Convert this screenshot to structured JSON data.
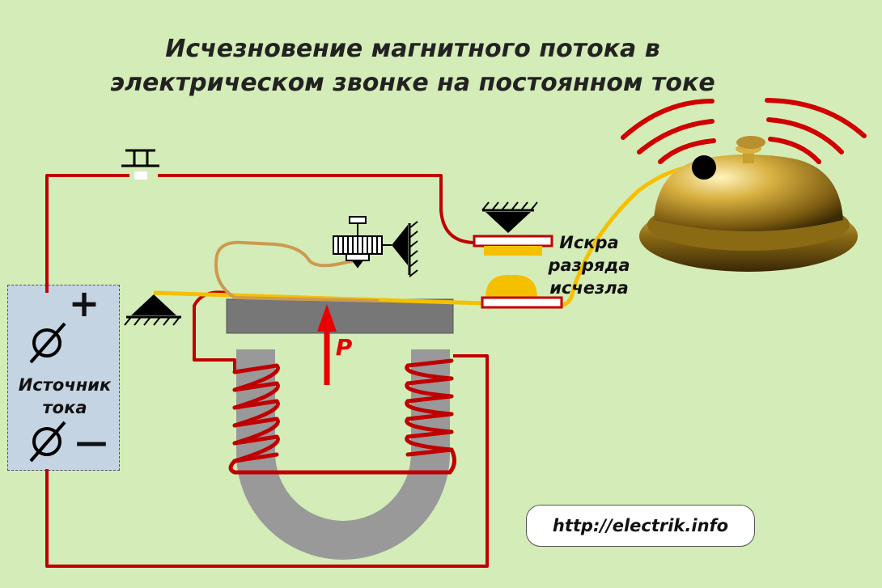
{
  "title_line1": "Исчезновение магнитного потока в",
  "title_line2": "электрическом звонке на постоянном токе",
  "spark_label": [
    "Искра",
    "разряда",
    "исчезла"
  ],
  "source_label": [
    "Источник",
    "тока"
  ],
  "plus_sign": "+",
  "minus_sign": "—",
  "force_label": "P",
  "url": "http://electrik.info",
  "colors": {
    "background": "#d4ecb8",
    "wire": "#c00000",
    "armature_wire": "#f5c000",
    "core": "#999999",
    "armature": "#777777",
    "source_box": "#c5d4e3",
    "bell_gold": "#c8a030"
  }
}
